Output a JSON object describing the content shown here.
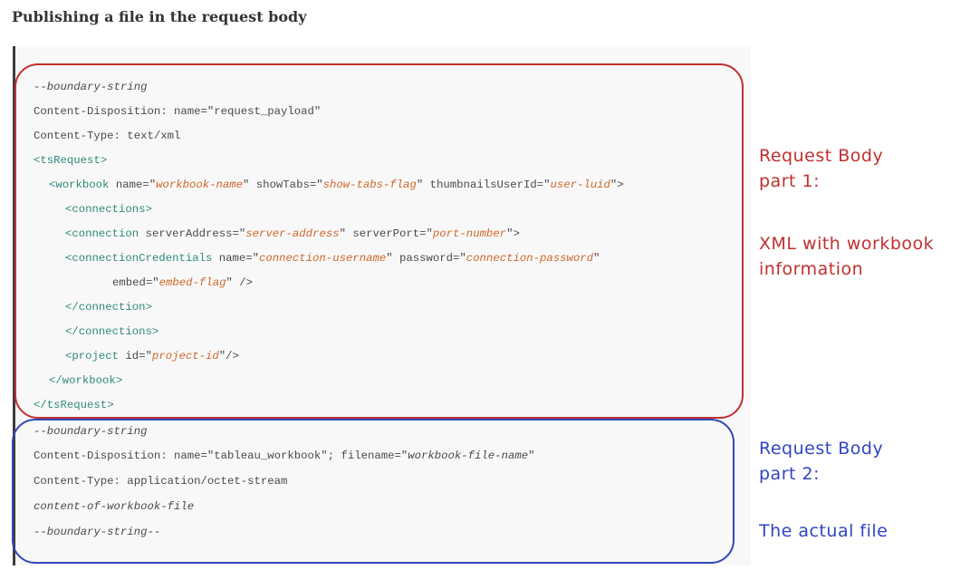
{
  "heading": "Publishing a file in the request body",
  "part1": {
    "line1": {
      "boundary": "--boundary-string"
    },
    "line2": {
      "text": "Content-Disposition: name=\"request_payload\""
    },
    "line3": {
      "text": "Content-Type: text/xml"
    },
    "line4": {
      "open": "<",
      "tag": "tsRequest",
      "close": ">"
    },
    "line5": {
      "open": "<",
      "tag": "workbook",
      "attr1": " name=\"",
      "val1": "workbook-name",
      "attr2": "\" showTabs=\"",
      "val2": "show-tabs-flag",
      "attr3": "\" thumbnailsUserId=\"",
      "val3": "user-luid",
      "close": "\">"
    },
    "line6": {
      "open": "<",
      "tag": "connections",
      "close": ">"
    },
    "line7": {
      "open": "<",
      "tag": "connection",
      "attr1": " serverAddress=\"",
      "val1": "server-address",
      "attr2": "\" serverPort=\"",
      "val2": "port-number",
      "close": "\">"
    },
    "line8": {
      "open": "<",
      "tag": "connectionCredentials",
      "attr1": " name=\"",
      "val1": "connection-username",
      "attr2": "\" password=\"",
      "val2": "connection-password",
      "close": "\""
    },
    "line9": {
      "attr1": "embed=\"",
      "val1": "embed-flag",
      "close": "\" />"
    },
    "line10": {
      "open": "</",
      "tag": "connection",
      "close": ">"
    },
    "line11": {
      "open": "</",
      "tag": "connections",
      "close": ">"
    },
    "line12": {
      "open": "<",
      "tag": "project",
      "attr1": " id=\"",
      "val1": "project-id",
      "close": "\"/>"
    },
    "line13": {
      "open": "</",
      "tag": "workbook",
      "close": ">"
    },
    "line14": {
      "open": "</",
      "tag": "tsRequest",
      "close": ">"
    }
  },
  "part2": {
    "line1": {
      "boundary": "--boundary-string"
    },
    "line2": {
      "text": "Content-Disposition: name=\"tableau_workbook\"; filename=\"",
      "val1": "workbook-file-name",
      "close": "\""
    },
    "line3": {
      "text": "Content-Type: application/octet-stream"
    },
    "line4": {
      "content": "content-of-workbook-file"
    },
    "line5": {
      "boundary": "--boundary-string--"
    }
  },
  "annotations": {
    "part1_title": "Request Body\npart 1:",
    "part1_desc": "XML with workbook\ninformation",
    "part2_title": "Request Body\npart 2:",
    "part2_desc": "The actual file"
  },
  "colors": {
    "red_outline": "#c0302e",
    "blue_outline": "#3148b8",
    "xml_tag": "#2f8a7a",
    "xml_value": "#d0662a",
    "code_text": "#4a4a4a"
  }
}
